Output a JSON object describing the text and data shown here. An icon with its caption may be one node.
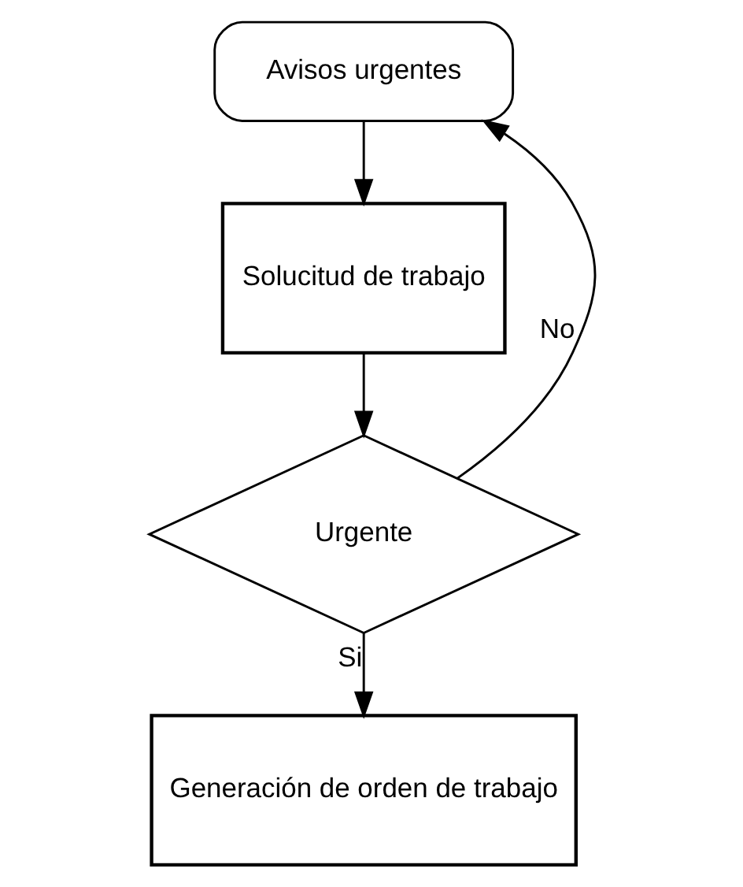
{
  "diagram": {
    "nodes": [
      {
        "text": [
          "Avisos urgentes"
        ]
      },
      {
        "text": [
          "Solucitud de trabajo"
        ]
      },
      {
        "text": [
          "Urgente"
        ]
      },
      {
        "text": [
          "Generación de orden de trabajo"
        ]
      }
    ],
    "edges": [
      {
        "from": 0,
        "to": 1,
        "arrow": "to"
      },
      {
        "from": 1,
        "to": 2,
        "arrow": "to"
      },
      {
        "from": 2,
        "to": 0,
        "arrow": "to",
        "label": "No"
      },
      {
        "from": 2,
        "to": 3,
        "arrow": "to",
        "label": "Si"
      }
    ]
  }
}
